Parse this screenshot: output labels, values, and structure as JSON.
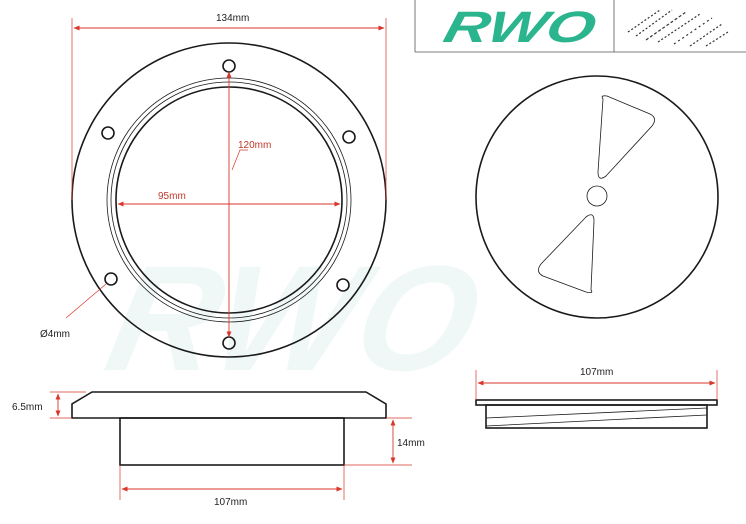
{
  "logo": {
    "text": "RWO",
    "color": "#2bb58f"
  },
  "dimensions": {
    "top_width": "134mm",
    "vertical_120": "120mm",
    "inner_95": "95mm",
    "hole_diameter": "Ø4mm",
    "flange_thickness": "6.5mm",
    "body_height": "14mm",
    "body_width": "107mm",
    "cover_width": "107mm"
  },
  "colors": {
    "dimension": "#d9362b",
    "outline": "#1a1a1a",
    "watermark": "#e3f3f1"
  }
}
